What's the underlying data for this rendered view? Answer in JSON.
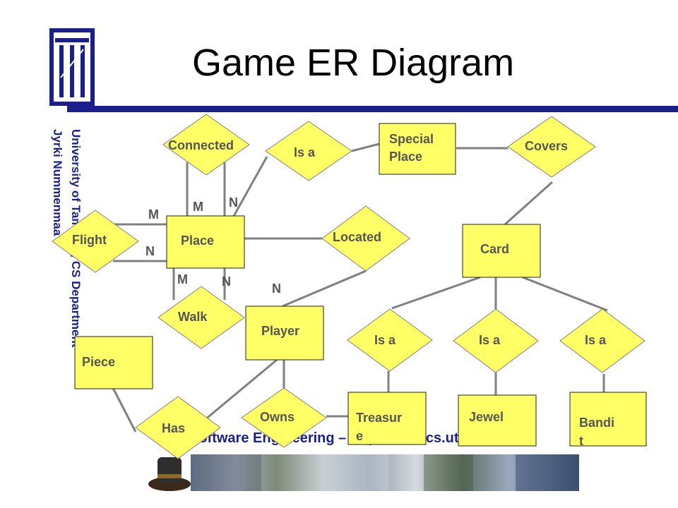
{
  "title": "Game ER Diagram",
  "side_text": [
    "University of Tampere, CS Department",
    "Jyrki Nummenmaa"
  ],
  "footer_text": "Software Engineering – http://www.cs.uta.fi/se",
  "colors": {
    "shape_fill": "#ffff66",
    "bar": "#1a1f8a",
    "line": "#808080"
  },
  "entities": {
    "special_place": [
      "Special",
      "Place"
    ],
    "place": "Place",
    "card": "Card",
    "player": "Player",
    "piece": "Piece",
    "treasure": [
      "Treasur",
      "e"
    ],
    "jewel": "Jewel",
    "bandit": [
      "Bandi",
      "t"
    ]
  },
  "relationships": {
    "connected": "Connected",
    "is_a_top": "Is a",
    "covers": "Covers",
    "flight": "Flight",
    "located": "Located",
    "walk": "Walk",
    "is_a_1": "Is a",
    "is_a_2": "Is a",
    "is_a_3": "Is a",
    "has": "Has",
    "owns": "Owns"
  },
  "cardinalities": {
    "flight_m": "M",
    "flight_n": "N",
    "connected_m": "M",
    "connected_n": "N",
    "walk_m": "M",
    "walk_n": "N",
    "located_n": "N"
  }
}
